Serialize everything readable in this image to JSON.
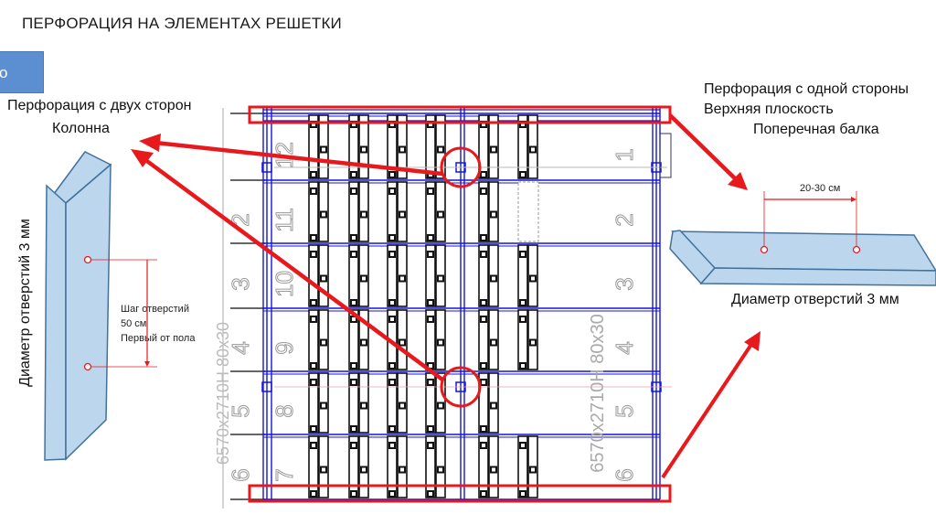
{
  "slide": {
    "title": "ПЕРФОРАЦИЯ НА ЭЛЕМЕНТАХ РЕШЕТКИ",
    "nav_button_label": "о"
  },
  "left_panel": {
    "heading_line1": "Перфорация с двух сторон",
    "heading_line2": "Колонна",
    "diameter_label": "Диаметр отверстий 3 мм",
    "pitch_line1": "Шаг отверстий",
    "pitch_line2": "50 см",
    "pitch_line3": "Первый от пола"
  },
  "right_panel": {
    "heading_line1": "Перфорация с одной стороны",
    "heading_line2": "Верхняя плоскость",
    "heading_line3": "Поперечная балка",
    "spacing_label": "20-30 см",
    "diameter_label": "Диаметр отверстий 3 мм"
  },
  "drawing": {
    "left_bay_numbers": [
      "2",
      "3",
      "4",
      "5",
      "6"
    ],
    "inner_bay_numbers": [
      "12",
      "11",
      "10",
      "9",
      "8",
      "7"
    ],
    "right_bay_numbers": [
      "1",
      "2",
      "3",
      "4",
      "5",
      "6"
    ],
    "rotated_annotation": "6570x2710H 80x30",
    "rotated_annotation_left": "6570x2710H 80x30"
  },
  "colors": {
    "highlight_red": "#e8191c",
    "frame_blue": "#1515e0",
    "element_blue": "#bcd6ee",
    "element_stroke": "#41719c",
    "button_blue": "#5b8fd1"
  }
}
